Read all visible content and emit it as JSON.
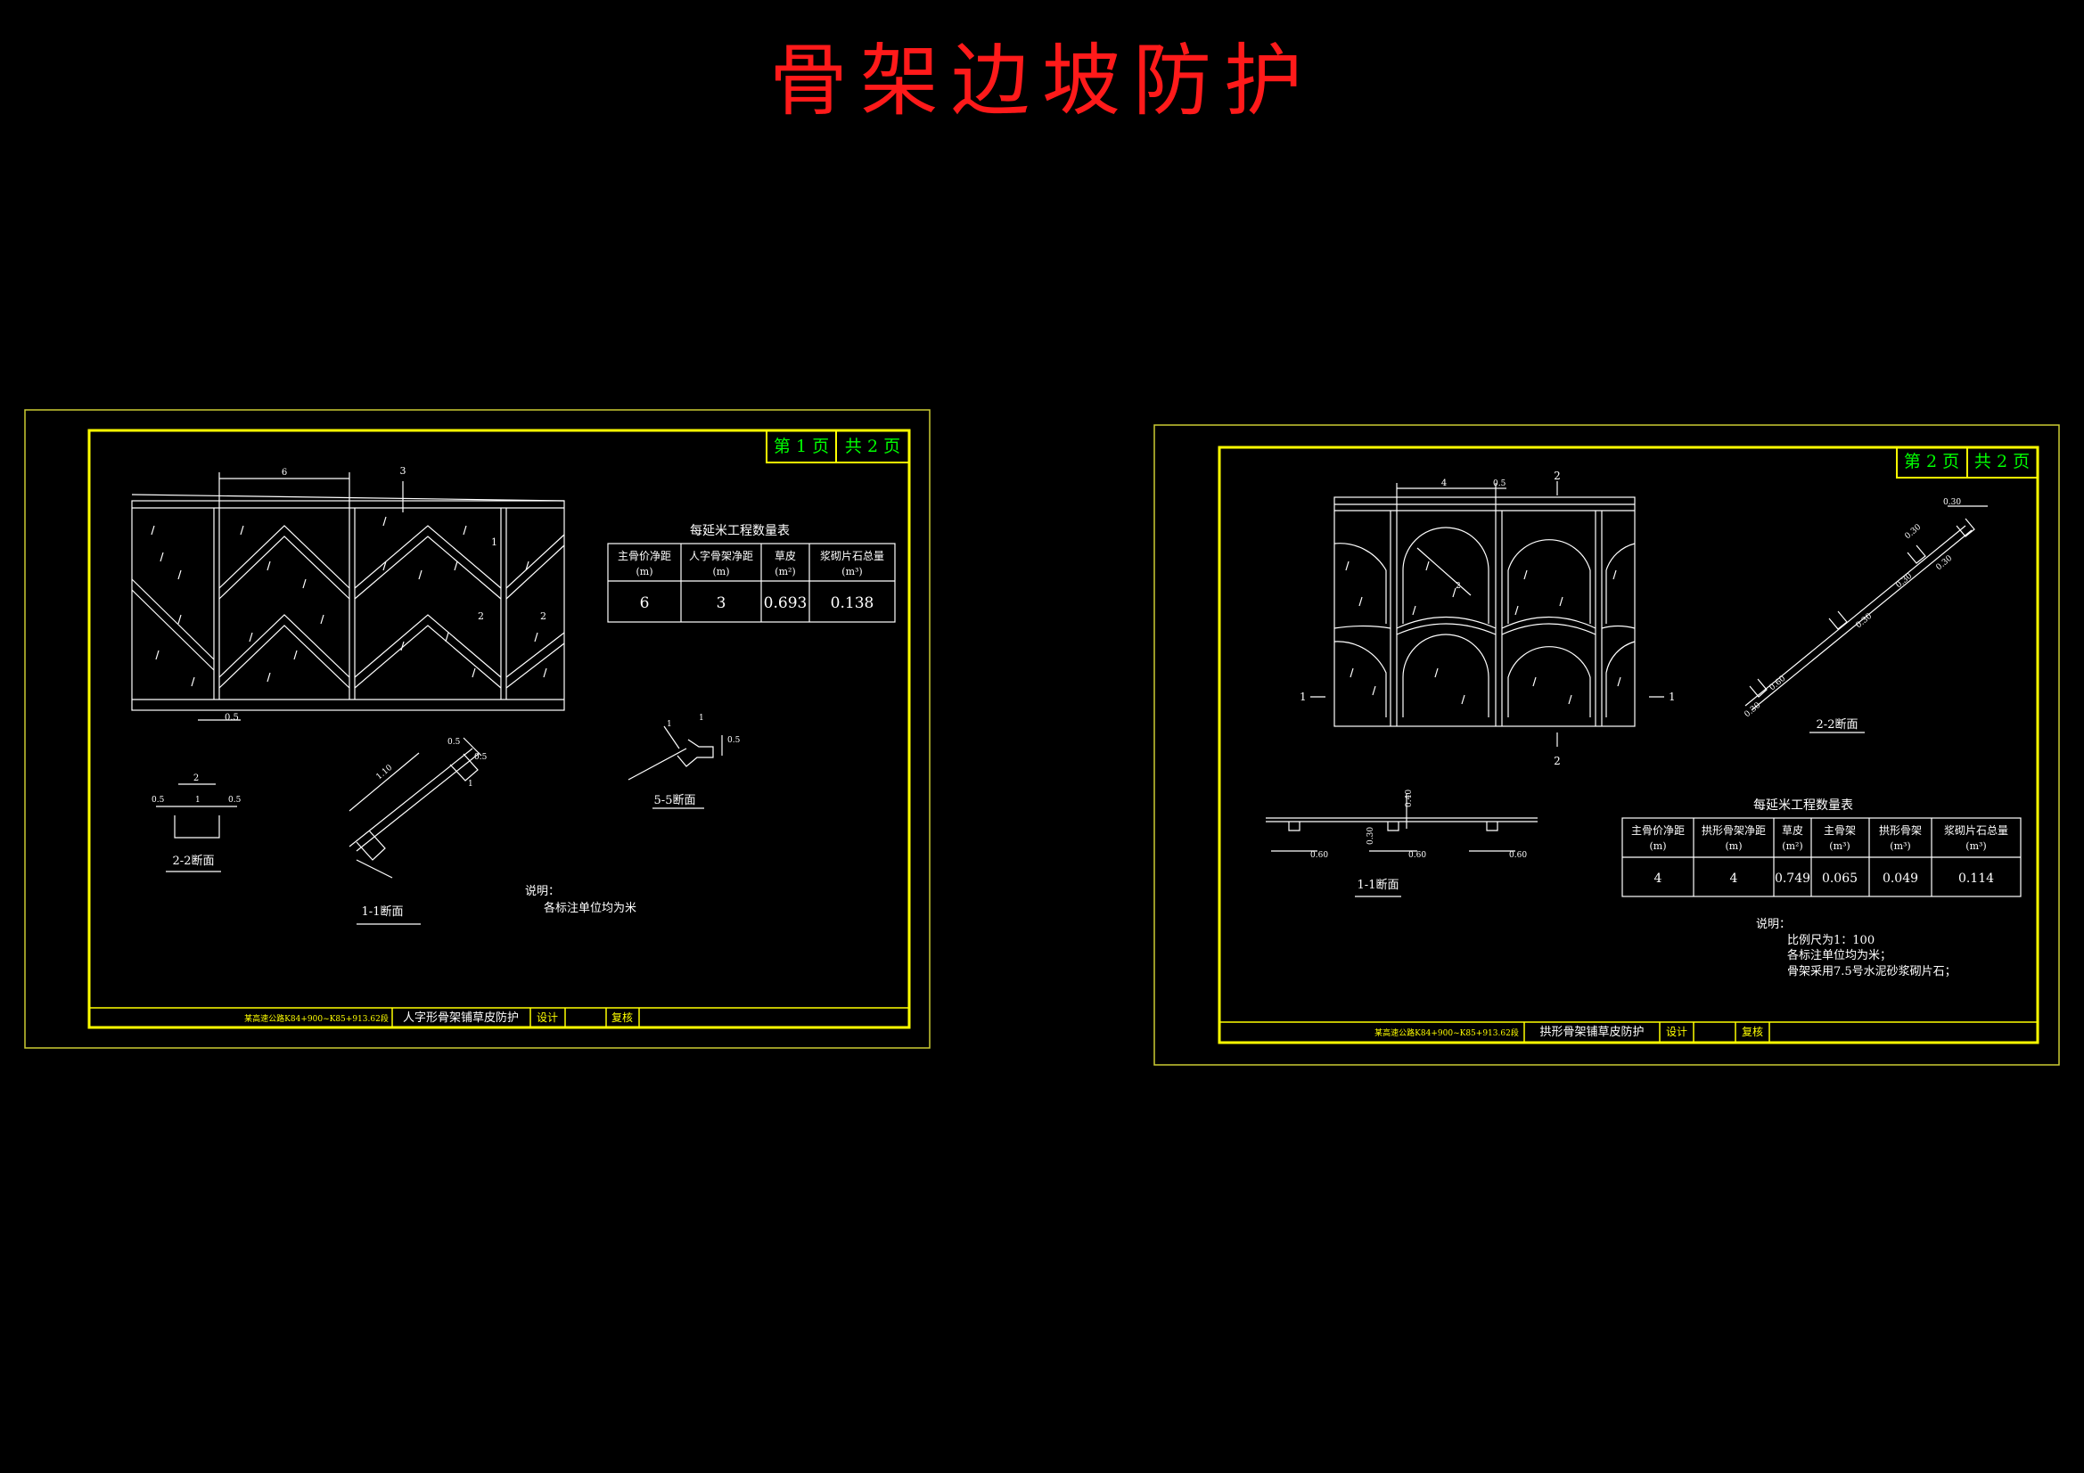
{
  "title": "骨架边坡防护",
  "colors": {
    "background": "#000000",
    "title": "#ff1a1a",
    "frame": "#ffff00",
    "page_tag": "#00ff00",
    "line": "#ffffff"
  },
  "sheet1": {
    "page_no": "第 1 页",
    "page_total": "共 2 页",
    "table_title": "每延米工程数量表",
    "table_headers": [
      [
        "主骨价净距",
        "(m)"
      ],
      [
        "人字骨架净距",
        "(m)"
      ],
      [
        "草皮",
        "(m²)"
      ],
      [
        "浆砌片石总量",
        "(m³)"
      ]
    ],
    "table_values": [
      "6",
      "3",
      "0.693",
      "0.138"
    ],
    "dims": {
      "top_width": "6",
      "top_marker": "3",
      "marker_1": "1",
      "marker_2": "2",
      "marker_2b": "2",
      "bottom": "0.5"
    },
    "section_22": {
      "label": "2-2断面",
      "d1": "2",
      "d2": "0.5",
      "d3": "1",
      "d4": "0.5"
    },
    "section_11": {
      "label": "1-1断面",
      "d1": "1.10",
      "d2": "0.5",
      "d3": "0.5",
      "d4": "1"
    },
    "section_55": {
      "label": "5-5断面",
      "d1": "1",
      "d2": "1",
      "d3": "0.5"
    },
    "notes_title": "说明：",
    "notes": [
      "各标注单位均为米"
    ],
    "footer_project": "某高速公路K84+900~K85+913.62段",
    "footer_title": "人字形骨架铺草皮防护",
    "footer_design": "设计",
    "footer_check": "复核"
  },
  "sheet2": {
    "page_no": "第 2 页",
    "page_total": "共 2 页",
    "table_title": "每延米工程数量表",
    "table_headers": [
      [
        "主骨价净距",
        "(m)"
      ],
      [
        "拱形骨架净距",
        "(m)"
      ],
      [
        "草皮",
        "(m²)"
      ],
      [
        "主骨架",
        "(m³)"
      ],
      [
        "拱形骨架",
        "(m³)"
      ],
      [
        "浆砌片石总量",
        "(m³)"
      ]
    ],
    "table_values": [
      "4",
      "4",
      "0.749",
      "0.065",
      "0.049",
      "0.114"
    ],
    "dims": {
      "top_width": "4",
      "top_small": "0.5",
      "radius": "2",
      "marker_top": "2",
      "marker_bottom": "2",
      "marker_left": "1",
      "marker_right": "1"
    },
    "section_22": {
      "label": "2-2断面",
      "d1": "0.30",
      "d2": "0.30",
      "d3": "0.30",
      "d4": "0.30",
      "d5": "0.30",
      "d6": "0.60",
      "d7": "0.30"
    },
    "section_11": {
      "label": "1-1断面",
      "d1": "0.40",
      "d2": "0.30",
      "d3": "0.60",
      "d4": "0.60",
      "d5": "0.60"
    },
    "notes_title": "说明：",
    "notes": [
      "比例尺为1：100",
      "各标注单位均为米；",
      "骨架采用7.5号水泥砂浆砌片石；"
    ],
    "footer_project": "某高速公路K84+900~K85+913.62段",
    "footer_title": "拱形骨架铺草皮防护",
    "footer_design": "设计",
    "footer_check": "复核"
  }
}
